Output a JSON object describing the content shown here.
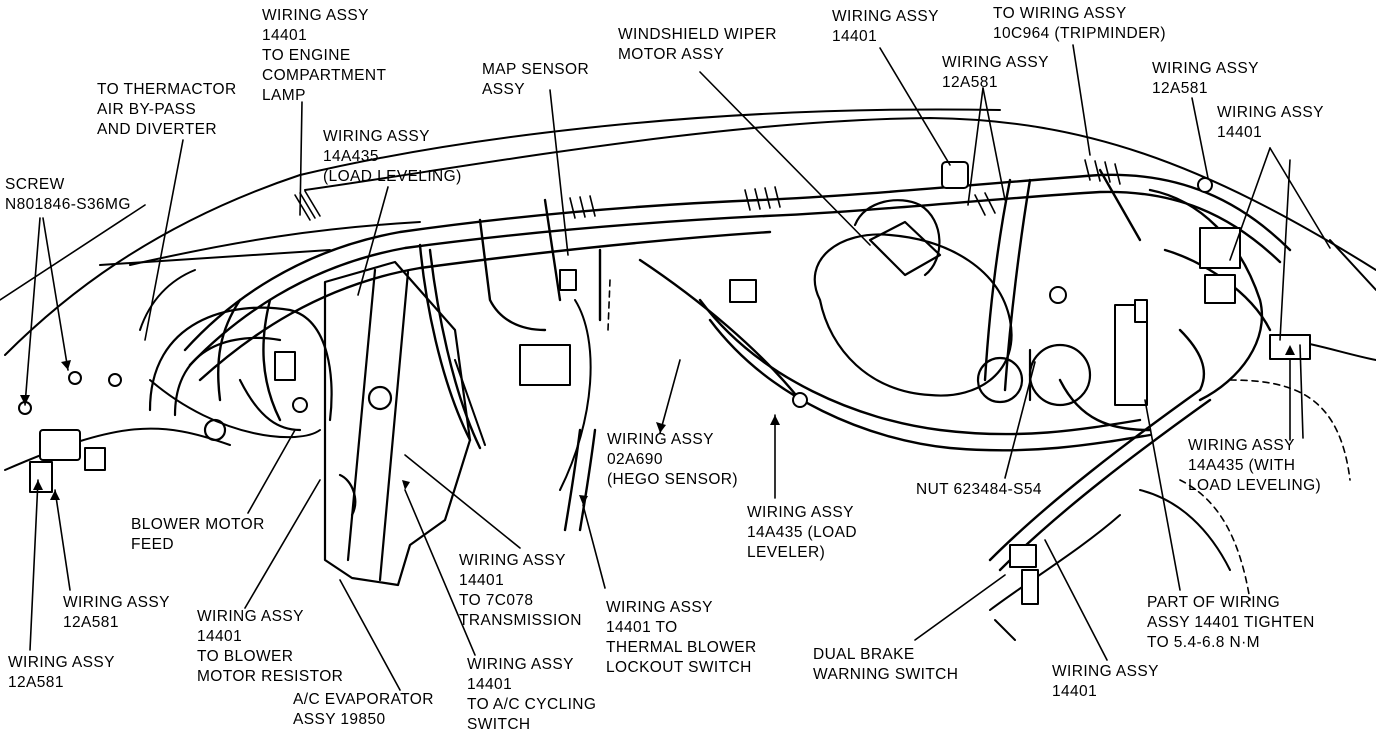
{
  "colors": {
    "ink": "#000000",
    "paper": "#ffffff"
  },
  "callouts": {
    "engine_lamp": "WIRING ASSY\n14401\nTO ENGINE\nCOMPARTMENT\nLAMP",
    "thermactor": "TO THERMACTOR\nAIR BY-PASS\nAND DIVERTER",
    "screw": "SCREW\nN801846-S36MG",
    "load_leveling": "WIRING ASSY\n14A435\n(LOAD LEVELING)",
    "map_sensor": "MAP SENSOR\nASSY",
    "wiper_motor": "WINDSHIELD WIPER\nMOTOR ASSY",
    "top_14401": "WIRING ASSY\n14401",
    "tripminder": "TO WIRING ASSY\n10C964 (TRIPMINDER)",
    "top_12a581": "WIRING ASSY\n12A581",
    "right_12a581": "WIRING ASSY\n12A581",
    "right_14401": "WIRING ASSY\n14401",
    "with_load_leveling": "WIRING ASSY\n14A435 (WITH\nLOAD LEVELING)",
    "hego": "WIRING ASSY\n02A690\n(HEGO SENSOR)",
    "nut": "NUT 623484-S54",
    "load_leveler": "WIRING ASSY\n14A435 (LOAD\nLEVELER)",
    "blower_feed": "BLOWER MOTOR\nFEED",
    "transmission": "WIRING ASSY\n14401\nTO 7C078\nTRANSMISSION",
    "thermal_blower": "WIRING ASSY\n14401 TO\nTHERMAL BLOWER\nLOCKOUT SWITCH",
    "left_12a581": "WIRING ASSY\n12A581",
    "blower_resistor": "WIRING ASSY\n14401\nTO BLOWER\nMOTOR RESISTOR",
    "bottom_left_12a581": "WIRING ASSY\n12A581",
    "evaporator": "A/C EVAPORATOR\nASSY 19850",
    "ac_cycling": "WIRING ASSY\n14401\nTO A/C CYCLING\nSWITCH",
    "dual_brake": "DUAL BRAKE\nWARNING SWITCH",
    "bottom_14401": "WIRING ASSY\n14401",
    "tighten": "PART OF WIRING\nASSY 14401 TIGHTEN\nTO 5.4-6.8 N·m"
  }
}
